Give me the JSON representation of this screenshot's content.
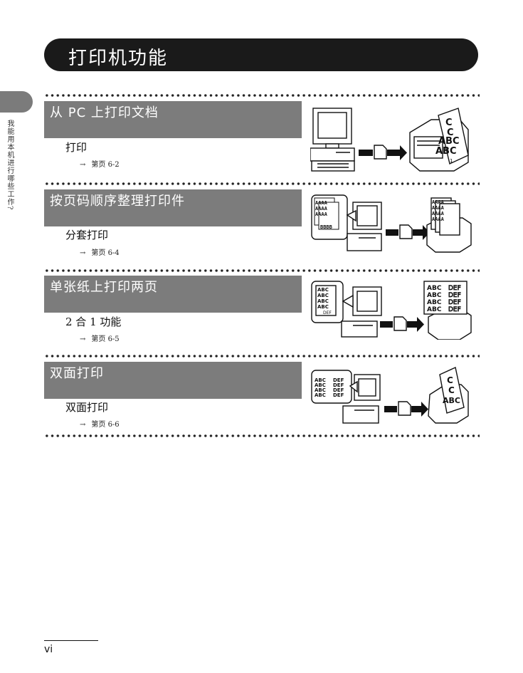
{
  "page_title": "打印机功能",
  "side_label": "我能用本机进行哪些工作?",
  "sections": [
    {
      "heading": "从 PC 上打印文档",
      "item": "打印",
      "ref_arrow": "→",
      "ref": "第页 6-2"
    },
    {
      "heading": "按页码顺序整理打印件",
      "item": "分套打印",
      "ref_arrow": "→",
      "ref": "第页 6-4"
    },
    {
      "heading": "单张纸上打印两页",
      "item": "2 合 1 功能",
      "ref_arrow": "→",
      "ref": "第页 6-5"
    },
    {
      "heading": "双面打印",
      "item": "双面打印",
      "ref_arrow": "→",
      "ref": "第页 6-6"
    }
  ],
  "illustrations": {
    "abc": "ABC",
    "def": "DEF",
    "aaaa": "AAAA",
    "bbbb": "BBBB",
    "c_letter": "C",
    "page_one": "1"
  },
  "page_number": "vi"
}
